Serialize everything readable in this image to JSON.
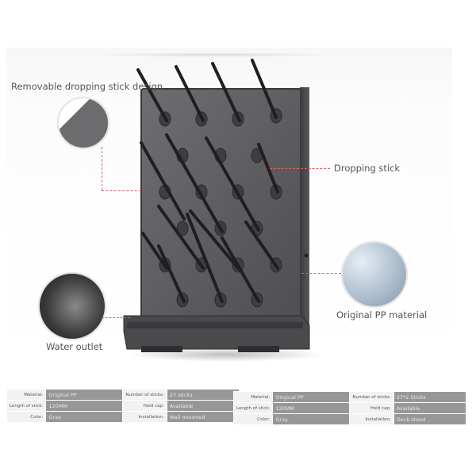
{
  "product": {
    "callouts": {
      "removable": "Removable dropping stick design",
      "dropping_stick": "Dropping stick",
      "pp_material": "Original PP material",
      "water_outlet": "Water outlet"
    },
    "colors": {
      "rack_body": "#5e5e60",
      "rack_dark": "#3c3c3e",
      "stick": "#1f1f21",
      "leader_line": "#d9606a",
      "value_cell": "#979797",
      "key_cell": "#f2f2f2"
    }
  },
  "specs": [
    {
      "rows": [
        {
          "k1": "Material:",
          "v1": "Original PP",
          "k2": "Number of sticks:",
          "v2": "27 sticks"
        },
        {
          "k1": "Length of stick:",
          "v1": "120MM",
          "k2": "Hold cap:",
          "v2": "Available"
        },
        {
          "k1": "Color:",
          "v1": "Gray",
          "k2": "Installation:",
          "v2": "Wall mounted"
        }
      ]
    },
    {
      "rows": [
        {
          "k1": "Material:",
          "v1": "Original PP",
          "k2": "Number of sticks:",
          "v2": "27*2 Sticks"
        },
        {
          "k1": "Length of stick:",
          "v1": "120MM",
          "k2": "Hold cap:",
          "v2": "Available"
        },
        {
          "k1": "Color:",
          "v1": "Gray",
          "k2": "Installation:",
          "v2": "Deck stand"
        }
      ]
    }
  ]
}
